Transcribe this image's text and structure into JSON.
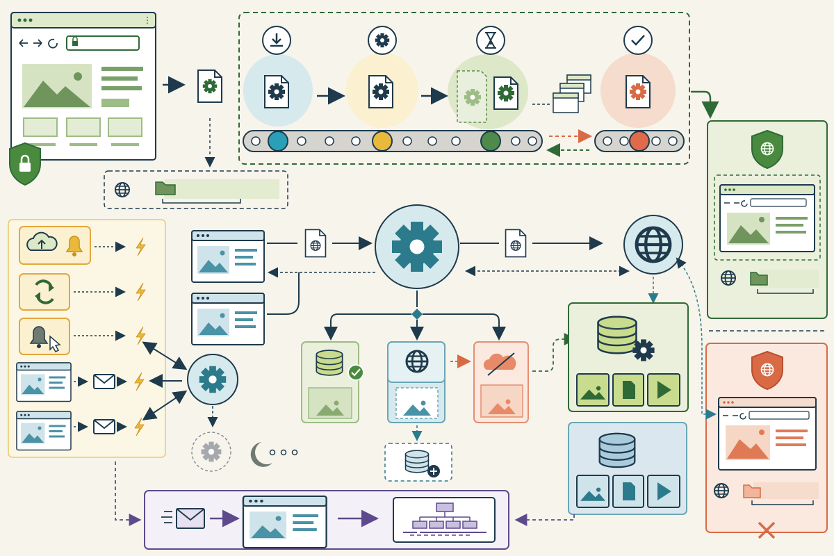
{
  "colors": {
    "background": "#f7f4ec",
    "dark": "#1e3a4c",
    "green": "#5e8a4a",
    "green_dark": "#2f6a36",
    "green_light": "#dde8c8",
    "teal": "#2b7b8c",
    "teal_light": "#d6e9ec",
    "orange": "#d96a46",
    "orange_light": "#f6dccd",
    "yellow": "#e8b93c",
    "yellow_light": "#fbf0cf",
    "purple": "#5d4a8c",
    "purple_light": "#e6e0f0",
    "blue_light": "#dbe7ef",
    "gray": "#8a8f94"
  },
  "icons": [
    "lock-shield-icon",
    "download-icon",
    "gear-icon",
    "hourglass-icon",
    "check-icon",
    "globe-icon",
    "folder-icon",
    "cloud-upload-icon",
    "bell-icon",
    "refresh-icon",
    "bell-cursor-icon",
    "lightning-icon",
    "envelope-icon",
    "moon-icon",
    "database-icon",
    "cloud-off-icon",
    "globe-shield-icon",
    "close-icon",
    "sitemap-icon",
    "image-icon",
    "document-icon",
    "play-icon"
  ],
  "stages": [
    {
      "name": "download",
      "color": "#2aa0b8"
    },
    {
      "name": "process",
      "color": "#e8b93c"
    },
    {
      "name": "wait",
      "color": "#4e8a4a"
    },
    {
      "name": "complete",
      "color": "#e06a4a"
    }
  ]
}
